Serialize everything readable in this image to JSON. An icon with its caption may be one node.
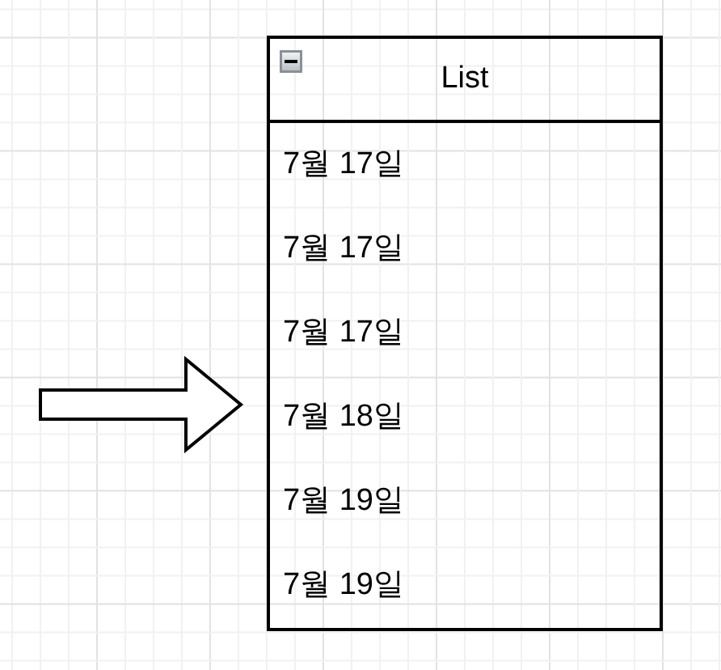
{
  "diagram": {
    "nodes": [
      {
        "text": [
          "List"
        ]
      },
      {
        "text": [
          "7월 17일"
        ],
        "in": 0
      },
      {
        "text": [
          "7월 17일"
        ],
        "in": 0
      },
      {
        "text": [
          "7월 17일"
        ],
        "in": 0
      },
      {
        "text": [
          "7월 18일"
        ],
        "in": 0
      },
      {
        "text": [
          "7월 19일"
        ],
        "in": 0
      },
      {
        "text": [
          "7월 19일"
        ],
        "in": 0
      }
    ],
    "edges": [
      {
        "from": null,
        "to": 4,
        "arrow": "to"
      }
    ]
  }
}
